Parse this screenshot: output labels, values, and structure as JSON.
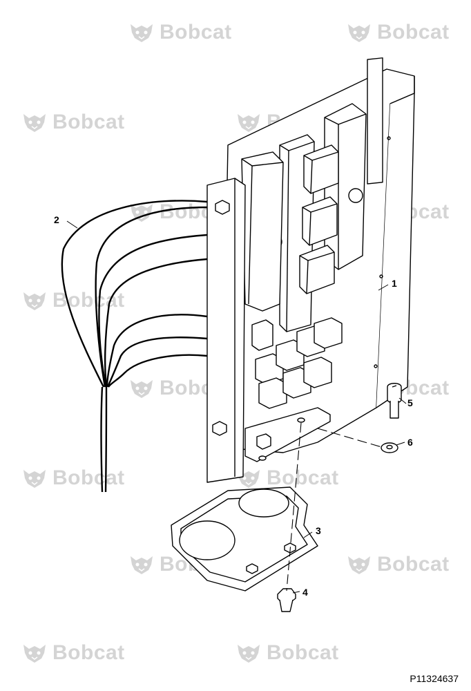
{
  "watermark": {
    "text": "Bobcat",
    "color": "#d4d4d4",
    "icon": "bobcat-head-icon"
  },
  "callouts": [
    "1",
    "2",
    "3",
    "4",
    "5",
    "6"
  ],
  "figure_id": "P11324637",
  "line_color": "#000000"
}
